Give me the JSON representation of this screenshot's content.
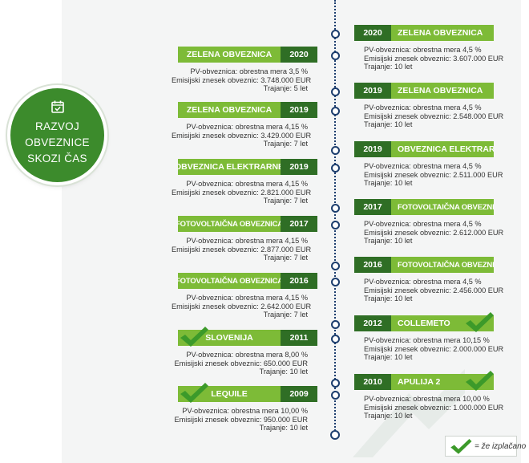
{
  "title_lines": [
    "RAZVOJ",
    "OBVEZNICE",
    "SKOZI ČAS"
  ],
  "colors": {
    "light_green": "#7dbb37",
    "dark_green": "#2f6e25",
    "badge_green": "#3c8b2c",
    "timeline_navy": "#1d3e6e",
    "check_green": "#3c9a2a"
  },
  "icons": {
    "badge": "calendar-check-icon",
    "repaid": "check-mark-icon"
  },
  "left_entries": [
    {
      "name": "ZELENA OBVEZNICA",
      "year": "2020",
      "lines": [
        "PV-obveznica: obrestna mera 3,5 %",
        "Emisijski znesek obveznic: 3.748.000 EUR",
        "Trajanje: 5 let"
      ],
      "repaid": false
    },
    {
      "name": "ZELENA OBVEZNICA",
      "year": "2019",
      "lines": [
        "PV-obveznica: obrestna mera 4,15 %",
        "Emisijski znesek obveznic: 3.429.000 EUR",
        "Trajanje: 7 let"
      ],
      "repaid": false
    },
    {
      "name": "OBVEZNICA ELEKTRARNE",
      "year": "2019",
      "lines": [
        "PV-obveznica: obrestna mera 4,15 %",
        "Emisijski znesek obveznic: 2.821.000 EUR",
        "Trajanje: 7 let"
      ],
      "repaid": false
    },
    {
      "name": "FOTOVOLTAIČNA OBVEZNICA",
      "year": "2017",
      "lines": [
        "PV-obveznica: obrestna mera 4,15 %",
        "Emisijski znesek obveznic: 2.877.000 EUR",
        "Trajanje: 7 let"
      ],
      "repaid": false
    },
    {
      "name": "FOTOVOLTAIČNA OBVEZNICA",
      "year": "2016",
      "lines": [
        "PV-obveznica: obrestna mera 4,15 %",
        "Emisijski znesek obveznic: 2.642.000 EUR",
        "Trajanje: 7 let"
      ],
      "repaid": false
    },
    {
      "name": "SLOVENIJA",
      "year": "2011",
      "lines": [
        "PV-obveznica: obrestna mera 8,00 %",
        "Emisijski znesek obveznic: 650.000 EUR",
        "Trajanje: 10 let"
      ],
      "repaid": true
    },
    {
      "name": "LEQUILE",
      "year": "2009",
      "lines": [
        "PV-obveznica: obrestna mera 10,00 %",
        "Emisijski znesek obveznic: 950.000 EUR",
        "Trajanje: 10 let"
      ],
      "repaid": true
    }
  ],
  "right_entries": [
    {
      "name": "ZELENA OBVEZNICA",
      "year": "2020",
      "lines": [
        "PV-obveznica: obrestna mera 4,5 %",
        "Emisijski znesek obveznic: 3.607.000 EUR",
        "Trajanje: 10 let"
      ],
      "repaid": false
    },
    {
      "name": "ZELENA OBVEZNICA",
      "year": "2019",
      "lines": [
        "PV-obveznica: obrestna mera 4,5 %",
        "Emisijski znesek obveznic: 2.548.000 EUR",
        "Trajanje: 10 let"
      ],
      "repaid": false
    },
    {
      "name": "OBVEZNICA ELEKTRARNE",
      "year": "2019",
      "lines": [
        "PV-obveznica: obrestna mera 4,5 %",
        "Emisijski znesek obveznic: 2.511.000 EUR",
        "Trajanje: 10 let"
      ],
      "repaid": false
    },
    {
      "name": "FOTOVOLTAIČNA OBVEZNICA",
      "year": "2017",
      "lines": [
        "PV-obveznica: obrestna mera 4,5 %",
        "Emisijski znesek obveznic: 2.612.000 EUR",
        "Trajanje: 10 let"
      ],
      "repaid": false
    },
    {
      "name": "FOTOVOLTAIČNA OBVEZNICA",
      "year": "2016",
      "lines": [
        "PV-obveznica: obrestna mera 4,5 %",
        "Emisijski znesek obveznic: 2.456.000 EUR",
        "Trajanje: 10 let"
      ],
      "repaid": false
    },
    {
      "name": "COLLEMETO",
      "year": "2012",
      "lines": [
        "PV-obveznica: obrestna mera 10,15 %",
        "Emisijski znesek obveznic: 2.000.000 EUR",
        "Trajanje: 10 let"
      ],
      "repaid": true
    },
    {
      "name": "APULIJA 2",
      "year": "2010",
      "lines": [
        "PV-obveznica: obrestna mera 10,00 %",
        "Emisijski znesek obveznic: 1.000.000 EUR",
        "Trajanje: 10 let"
      ],
      "repaid": true
    }
  ],
  "legend": {
    "label": "= že izplačano"
  }
}
